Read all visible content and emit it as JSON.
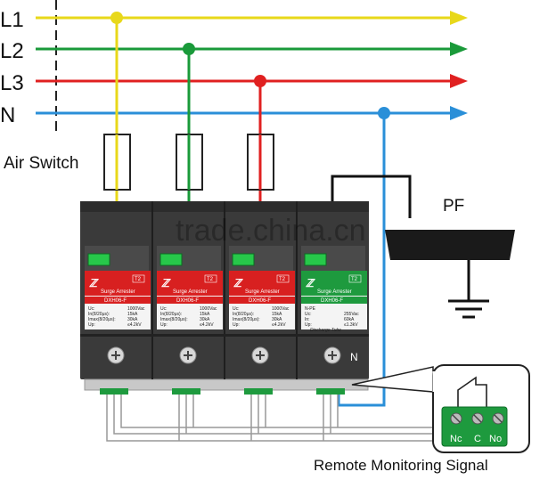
{
  "lines": [
    {
      "label": "L1",
      "color": "#e8d81a"
    },
    {
      "label": "L2",
      "color": "#1a9a3a"
    },
    {
      "label": "L3",
      "color": "#e02020"
    },
    {
      "label": "N",
      "color": "#2a8fd8"
    }
  ],
  "labels": {
    "air_switch": "Air Switch",
    "pf": "PF",
    "remote_signal": "Remote  Monitoring Signal",
    "neutral_terminal": "N"
  },
  "watermark": "trade.china.cn",
  "modules": [
    {
      "title": "Surge Arrester",
      "model": "DXH06-F",
      "tag": "T2",
      "color": "#d82020",
      "specs": [
        [
          "Uc:",
          "1000Vac"
        ],
        [
          "In(8/20μs):",
          "15kA"
        ],
        [
          "Imax(8/20μs):",
          "30kA"
        ],
        [
          "Up:",
          "≤4.2kV"
        ]
      ]
    },
    {
      "title": "Surge Arrester",
      "model": "DXH06-F",
      "tag": "T2",
      "color": "#d82020",
      "specs": [
        [
          "Uc:",
          "1000Vac"
        ],
        [
          "In(8/20μs):",
          "15kA"
        ],
        [
          "Imax(8/20μs):",
          "30kA"
        ],
        [
          "Up:",
          "≤4.2kV"
        ]
      ]
    },
    {
      "title": "Surge Arrester",
      "model": "DXH06-F",
      "tag": "T2",
      "color": "#d82020",
      "specs": [
        [
          "Uc:",
          "1000Vac"
        ],
        [
          "In(8/20μs):",
          "15kA"
        ],
        [
          "Imax(8/20μs):",
          "30kA"
        ],
        [
          "Up:",
          "≤4.2kV"
        ]
      ]
    },
    {
      "title": "Surge Arrester",
      "model": "DXH06-F",
      "tag": "T2",
      "color": "#1e9a3e",
      "specs": [
        [
          "N-PE",
          ""
        ],
        [
          "Uc:",
          "255Vac"
        ],
        [
          "In:",
          "60kA"
        ],
        [
          "Up:",
          "≤1.3kV"
        ]
      ],
      "footer": "Discharge  Tube"
    }
  ],
  "terminals": [
    "Nc",
    "C",
    "No"
  ]
}
